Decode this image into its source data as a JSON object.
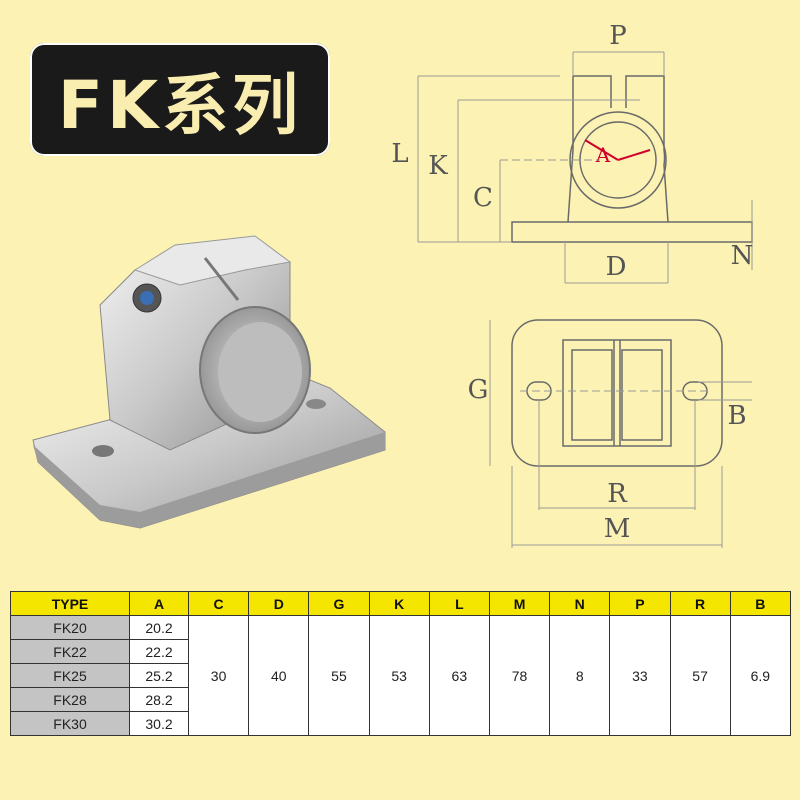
{
  "title": "FK系列",
  "dimension_labels": {
    "P": "P",
    "L": "L",
    "K": "K",
    "C": "C",
    "A": "A",
    "D": "D",
    "N": "N",
    "G": "G",
    "B": "B",
    "R": "R",
    "M": "M"
  },
  "table": {
    "headers": [
      "TYPE",
      "A",
      "C",
      "D",
      "G",
      "K",
      "L",
      "M",
      "N",
      "P",
      "R",
      "B"
    ],
    "rows": [
      {
        "type": "FK20",
        "a": "20.2"
      },
      {
        "type": "FK22",
        "a": "22.2"
      },
      {
        "type": "FK25",
        "a": "25.2"
      },
      {
        "type": "FK28",
        "a": "28.2"
      },
      {
        "type": "FK30",
        "a": "30.2"
      }
    ],
    "shared": {
      "c": "30",
      "d": "40",
      "g": "55",
      "k": "53",
      "l": "63",
      "m": "78",
      "n": "8",
      "p": "33",
      "r": "57",
      "b": "6.9"
    }
  },
  "colors": {
    "background": "#fcf2b3",
    "header": "#f5e600",
    "type_cell": "#c4c4c4",
    "badge": "#1a1a1a",
    "line": "#7a7a7a",
    "arrow": "#d0002a"
  }
}
